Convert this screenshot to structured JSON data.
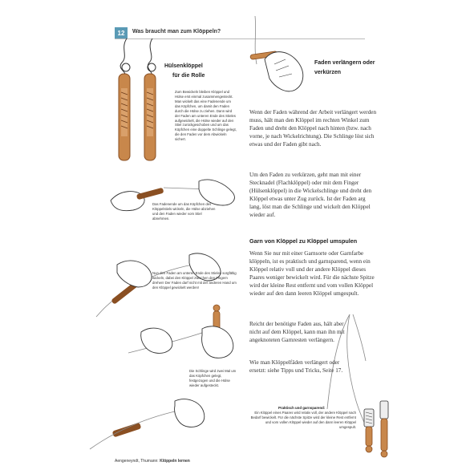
{
  "header": {
    "page_number": "12",
    "title": "Was braucht man zum Klöppeln?"
  },
  "sections": {
    "huelsen_title_1": "Hülsenklöppel",
    "huelsen_title_2": "für die Rolle",
    "huelsen_text": "Zum Bewickeln bleiben Klöppel und Hülse erst einmal zusammengesteckt. Man wickelt das eine Fadenende um das Köpfchen, um damit den Faden durch die Hülse zu ziehen. Dann wird der Faden am unteren Ende des Stieles aufgewickelt, die Hülse wieder auf den Stiel zurückgeschoben und um das Köpfchen eine doppelte Schlinge gelegt, die den Faden vor dem Abwickeln sichert.",
    "caption_2": "Das Fadenende um das Köpfchen des Klöppelstiels wickeln, die Hülse abziehen und den Faden wieder vom Stiel abnehmen.",
    "caption_3": "Nun den Faden am unteren Ende des Stieles sorgfältig wickeln, dabei den Klöppel zwischen den Fingern drehen! Der Faden darf nicht mit der anderen Hand um den Klöppel gewickelt werden!",
    "caption_4": "Die Schlinge wird zwei Mal um das Köpfchen gelegt, festgezogen und die Hülse wieder aufgesteckt.",
    "faden_title_1": "Faden verlängern oder",
    "faden_title_2": "verkürzen",
    "faden_p1": "Wenn der Faden während der Arbeit verlängert werden muss, hält man den Klöppel im rechten Winkel zum Faden und dreht den Klöppel nach hinten (bzw. nach vorne, je nach Wickelrichtung). Die Schlinge löst sich etwas und der Faden gibt nach.",
    "faden_p2": "Um den Faden zu verkürzen, geht man mit einer Stecknadel (Flachklöppel) oder mit dem Finger (Hülsenklöppel) in die Wickelschlinge und dreht den Klöppel etwas unter Zug zurück. Ist der Faden arg lang, löst man die Schlinge und wickelt den Klöppel wieder auf.",
    "garn_title": "Garn von Klöppel zu Klöppel umspulen",
    "garn_p1": "Wenn Sie nur mit einer Garnsorte oder Garnfarbe klöppeln, ist es praktisch und garnsparend, wenn ein Klöppel relativ voll und der andere Klöppel dieses Paares weniger bewickelt wird. Für die nächste Spitze wird der kleine Rest entfernt und vom vollen Klöppel wieder auf den dann leeren Klöppel umgespult.",
    "garn_p2": "Reicht der benötigte Faden aus, hält aber nicht auf dem Klöppel, kann man ihn mit angeknoteten Garnresten verlängern.",
    "garn_p3": "Wie man Klöppelfäden verlängert oder ersetzt: siehe Tipps und Tricks, Seite 17.",
    "tip_title": "Praktisch und garnsparend:",
    "tip_text": "Ein Klöppel eines Paares wird relativ voll, der andere Klöppel nach Bedarf bewickelt. Für die nächste Spitze wird der kleine Rest entfernt und vom vollen Klöppel wieder auf den dann leeren Klöppel umgespult."
  },
  "footer": {
    "authors": "Aengeneyndt, Thumann:",
    "book": "Klöppeln lernen"
  },
  "colors": {
    "accent": "#5a9ab5",
    "wood": "#c8874b",
    "wood_dark": "#8a4f22",
    "line": "#333333"
  }
}
